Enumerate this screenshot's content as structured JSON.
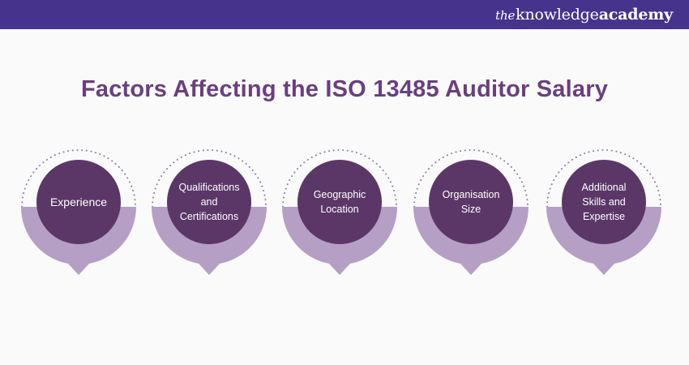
{
  "header": {
    "brand_the": "the",
    "brand_knowledge": "knowledge",
    "brand_academy": "academy"
  },
  "title": "Factors Affecting the ISO 13485 Auditor Salary",
  "factors": [
    {
      "label": "Experience"
    },
    {
      "label": "Qualifications\nand\nCertifications"
    },
    {
      "label": "Geographic\nLocation"
    },
    {
      "label": "Organisation\nSize"
    },
    {
      "label": "Additional\nSkills and\nExpertise"
    }
  ],
  "colors": {
    "header_bg": "#46338c",
    "title": "#6a3f7e",
    "circle": "#5b3767",
    "base": "#b59fc5",
    "dots": "#8d7fa0"
  }
}
